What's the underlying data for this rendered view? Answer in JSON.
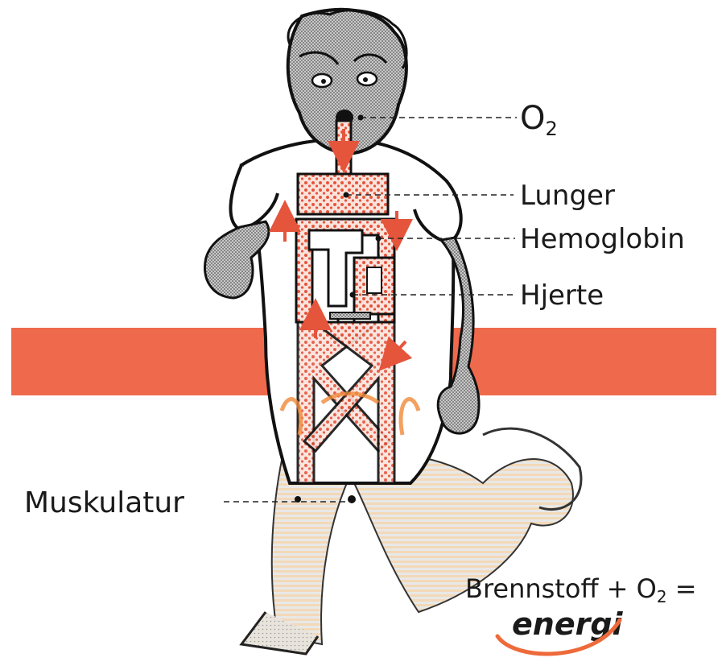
{
  "labels": {
    "o2": "O",
    "o2_sub": "2",
    "lunger": "Lunger",
    "hemoglobin": "Hemoglobin",
    "hjerte": "Hjerte",
    "muskulatur": "Muskulatur",
    "formula_prefix": "Brennstoff + O",
    "formula_sub": "2",
    "formula_suffix": " =",
    "energi": "energi"
  },
  "colors": {
    "band": "#ef6a4c",
    "blood": "#e4553c",
    "skin_stipple": "#9a9a9a",
    "ink": "#111111",
    "energy": "#f08a3a",
    "energi_text": "#ee6a3a"
  }
}
